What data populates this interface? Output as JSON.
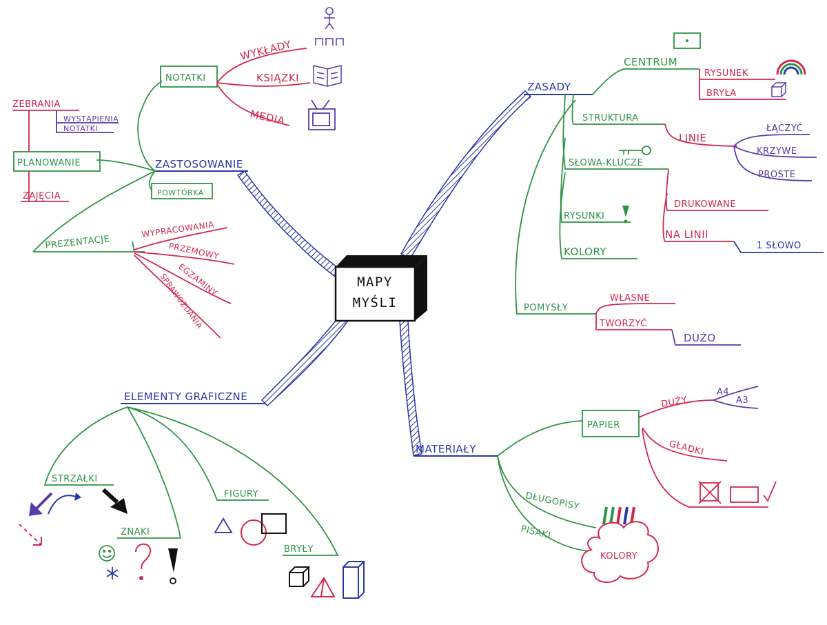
{
  "colors": {
    "blue": "#2b36a6",
    "green": "#2e9445",
    "red": "#d4264f",
    "purple": "#5a3aa8",
    "black": "#111111"
  },
  "center": {
    "line1": "MAPY",
    "line2": "MYŚLI"
  },
  "branches": {
    "zastosowanie": {
      "label": "ZASTOSOWANIE",
      "notatki": {
        "label": "NOTATKI",
        "wyklady": "WYKŁADY",
        "ksiazki": "KSIĄŻKI",
        "media": "MEDIA"
      },
      "zebrania": {
        "label": "ZEBRANIA",
        "wystapienia": "WYSTĄPIENIA",
        "notatki": "NOTATKI"
      },
      "planowanie": "PLANOWANIE",
      "zajecia": "ZAJĘCIA",
      "powtorka": "POWTÓRKA",
      "prezentacje": {
        "label": "PREZENTACJE",
        "wypracowania": "WYPRACOWANIA",
        "przemowy": "PRZEMOWY",
        "egzaminy": "EGZAMINY",
        "sprawozdania": "SPRAWOZDANIA"
      }
    },
    "zasady": {
      "label": "ZASADY",
      "centrum": {
        "label": "CENTRUM",
        "rysunek": "RYSUNEK",
        "bryla": "BRYŁA"
      },
      "struktura": {
        "label": "STRUKTURA",
        "linie": "LINIE",
        "laczyc": "ŁĄCZYĆ",
        "krzywe": "KRZYWE",
        "proste": "PROSTE"
      },
      "slowa_klucze": {
        "label": "SŁOWA-KLUCZE",
        "drukowane": "DRUKOWANE",
        "na_linii": "NA LINII",
        "jedno_slowo": "1 SŁOWO"
      },
      "rysunki": "RYSUNKI",
      "kolory": "KOLORY",
      "pomysly": {
        "label": "POMYSŁY",
        "wlasne": "WŁASNE",
        "tworzyc": "TWORZYĆ",
        "duzo": "DUŻO"
      }
    },
    "elementy": {
      "label": "ELEMENTY GRAFICZNE",
      "strzalki": "STRZAŁKI",
      "znaki": "ZNAKI",
      "figury": "FIGURY",
      "bryly": "BRYŁY"
    },
    "materialy": {
      "label": "MATERIAŁY",
      "papier": {
        "label": "PAPIER",
        "duzy": "DUŻY",
        "a4": "A4",
        "a3": "A3",
        "gladki": "GŁADKI"
      },
      "dlugopisy": "DŁUGOPISY",
      "pisaki": "PISAKI",
      "kolory": "KOLORY"
    }
  }
}
